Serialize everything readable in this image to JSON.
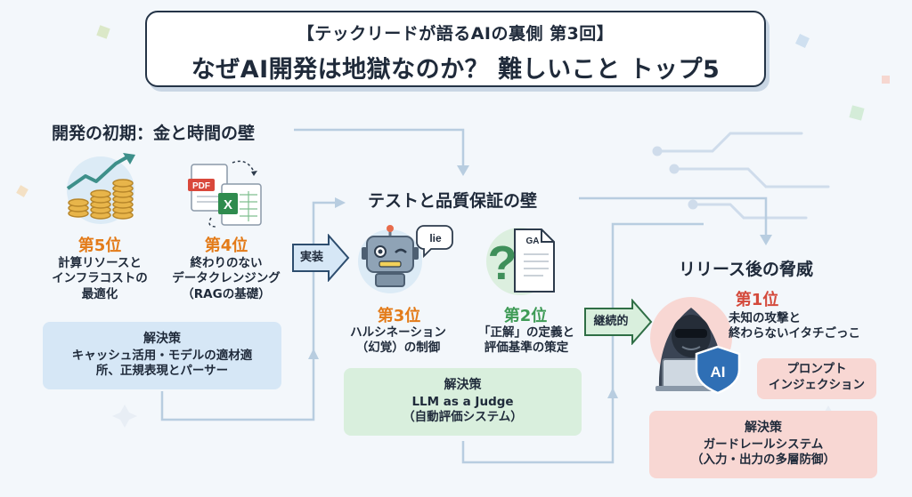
{
  "title": {
    "subtitle": "【テックリードが語るAIの裏側 第3回】",
    "main": "なぜAI開発は地獄なのか？ 難しいこと トップ5"
  },
  "sections": {
    "early": "開発の初期：金と時間の壁",
    "test": "テストと品質保証の壁",
    "release": "リリース後の脅威"
  },
  "items": [
    {
      "rank": "第5位",
      "lines": [
        "計算リソースと",
        "インフラコストの",
        "最適化"
      ],
      "icon": "coins-growth-chart-icon"
    },
    {
      "rank": "第4位",
      "lines": [
        "終わりのない",
        "データクレンジング",
        "（RAGの基礎）"
      ],
      "icon": "pdf-excel-documents-icon",
      "icon_labels": {
        "pdf": "PDF",
        "excel": "X"
      }
    },
    {
      "rank": "第3位",
      "lines": [
        "ハルシネーション",
        "（幻覚）の制御"
      ],
      "icon": "lying-robot-icon",
      "bubble": "lie"
    },
    {
      "rank": "第2位",
      "lines": [
        "「正解」の定義と",
        "評価基準の策定"
      ],
      "icon": "question-document-icon",
      "doc_label": "GA"
    },
    {
      "rank": "第1位",
      "lines": [
        "未知の攻撃と",
        "終わらないイタチごっこ"
      ],
      "icon": "hacker-laptop-icon",
      "shield_label": "AI"
    }
  ],
  "solutions": [
    {
      "title": "解決策",
      "lines": [
        "キャッシュ活用・モデルの適材適",
        "所、正規表現とパーサー"
      ]
    },
    {
      "title": "解決策",
      "lines": [
        "LLM as a Judge",
        "（自動評価システム）"
      ]
    },
    {
      "title": "解決策",
      "lines": [
        "ガードレールシステム",
        "（入力・出力の多層防御）"
      ]
    }
  ],
  "tags": {
    "arrow1": "実装",
    "arrow2": "継続的",
    "prompt_injection": [
      "プロンプト",
      "インジェクション"
    ]
  },
  "colors": {
    "orange": "#e37b19",
    "green": "#3f9b57",
    "red": "#d44a3c",
    "blue_box": "#d6e7f6",
    "green_box": "#d9efdd",
    "pink_box": "#f8d7d3"
  }
}
